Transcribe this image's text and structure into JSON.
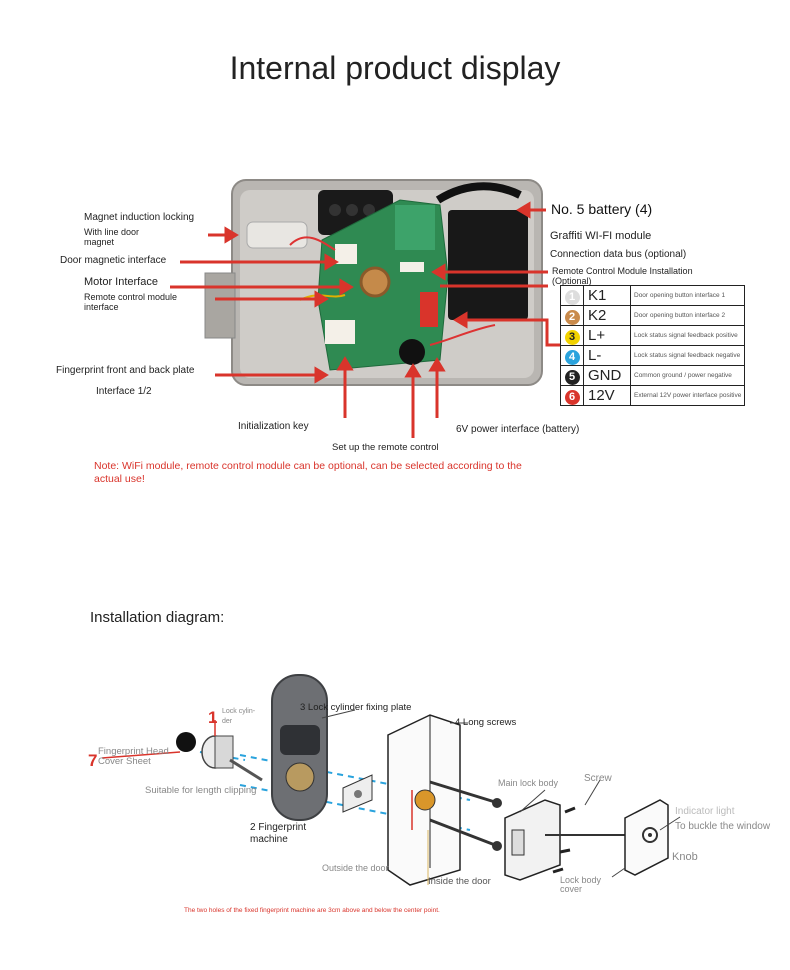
{
  "title": "Internal product display",
  "product_labels": {
    "magnet_induction": "Magnet induction locking",
    "with_line_door_magnet": "With line door magnet",
    "door_magnetic": "Door magnetic interface",
    "motor": "Motor Interface",
    "remote_control": "Remote control module interface",
    "fingerprint_plate": "Fingerprint front and back plate",
    "interface_12": "Interface 1/2",
    "init_key": "Initialization key",
    "setup_remote": "Set up the remote control",
    "power_6v": "6V power interface (battery)",
    "battery": "No. 5 battery (4)",
    "wifi": "Graffiti WI-FI module",
    "data_bus": "Connection data bus (optional)",
    "remote_install": "Remote Control Module Installation",
    "optional": "(Optional)"
  },
  "pin_table": [
    {
      "num": "1",
      "code": "K1",
      "desc": "Door opening button interface 1",
      "color": "#dddddd"
    },
    {
      "num": "2",
      "code": "K2",
      "desc": "Door opening button interface 2",
      "color": "#c98a4b"
    },
    {
      "num": "3",
      "code": "L+",
      "desc": "Lock status signal feedback positive",
      "color": "#f2d200"
    },
    {
      "num": "4",
      "code": "L-",
      "desc": "Lock status signal feedback negative",
      "color": "#2aa3dd"
    },
    {
      "num": "5",
      "code": "GND",
      "desc": "Common ground / power negative",
      "color": "#222222"
    },
    {
      "num": "6",
      "code": "12V",
      "desc": "External 12V power interface positive",
      "color": "#d9342b"
    }
  ],
  "note": "Note: WiFi module, remote control module can be optional, can be selected according to the actual use!",
  "installation": {
    "title": "Installation diagram:",
    "num_1": "1",
    "lock_cylinder": "Lock cylin-der",
    "num_7": "7",
    "fp_head_cover": "Fingerprint Head Cover Sheet",
    "suitable": "Suitable for length clipping",
    "fp_machine": "2 Fingerprint machine",
    "fixing_plate": "3 Lock cylinder fixing plate",
    "long_screws": "4 Long screws",
    "main_lock_body": "Main lock body",
    "screw": "Screw",
    "indicator": "Indicator light",
    "buckle_window": "To buckle the window",
    "knob": "Knob",
    "outside_door": "Outside the door",
    "inside_door": "Inside the door",
    "lock_body_cover": "Lock body cover",
    "footnote": "The two holes of the fixed fingerprint machine are 3cm above and below the center point."
  },
  "colors": {
    "accent_red": "#d9342b",
    "dash_blue": "#2aa3dd"
  }
}
